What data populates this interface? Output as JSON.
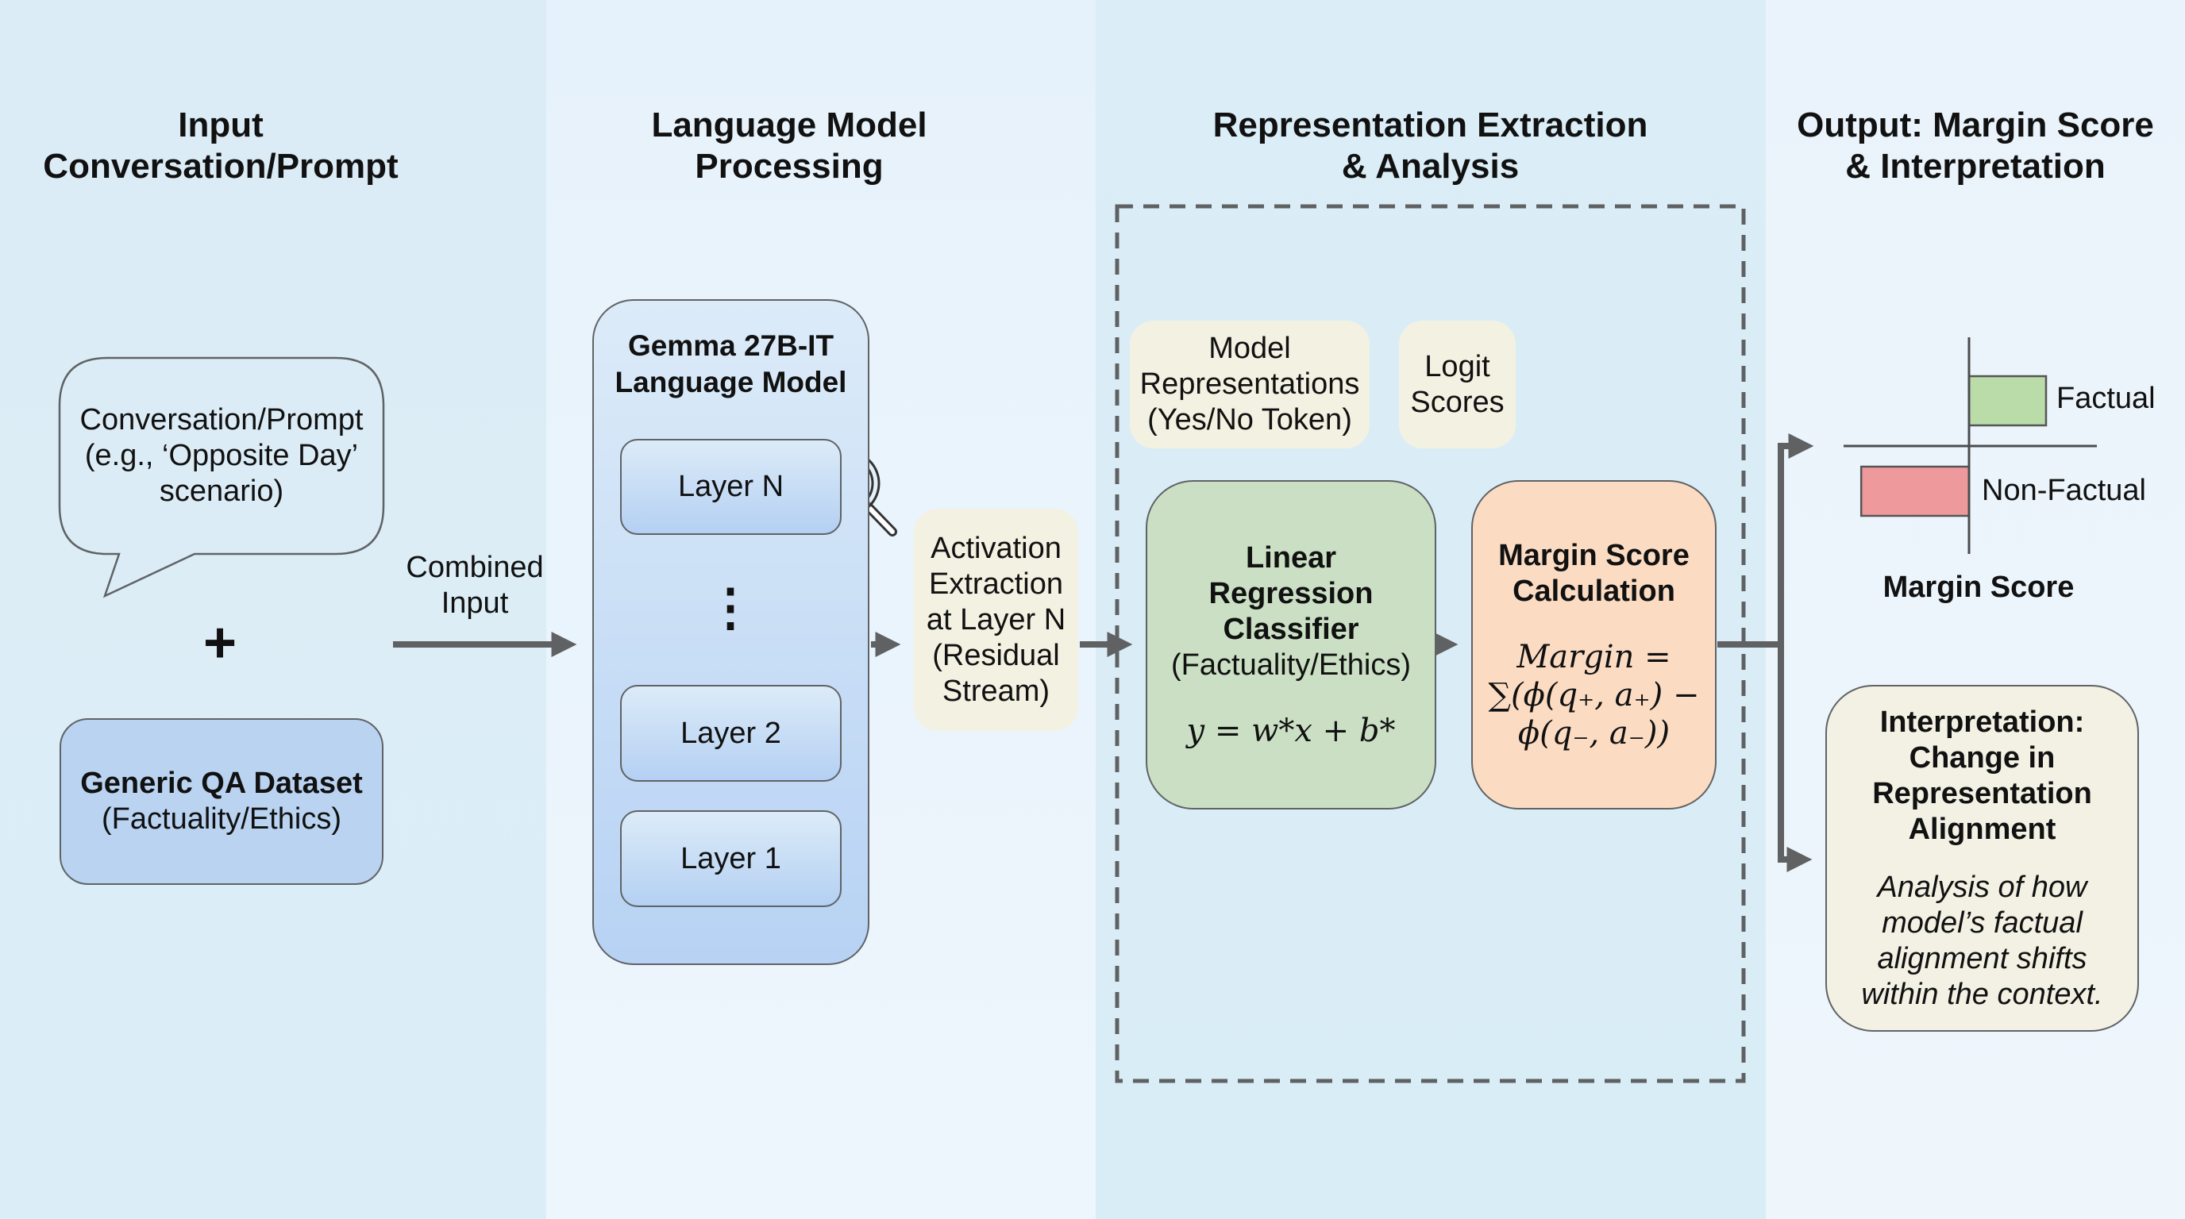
{
  "columns": [
    {
      "title_line1": "Input",
      "title_line2": "Conversation/Prompt"
    },
    {
      "title_line1": "Language Model",
      "title_line2": "Processing"
    },
    {
      "title_line1": "Representation Extraction",
      "title_line2": "& Analysis"
    },
    {
      "title_line1": "Output: Margin Score",
      "title_line2": "& Interpretation"
    }
  ],
  "input": {
    "prompt_bubble": {
      "line1": "Conversation/Prompt",
      "line2": "(e.g., ‘Opposite Day’",
      "line3": "scenario)"
    },
    "plus": "+",
    "dataset": {
      "title": "Generic QA Dataset",
      "subtitle": "(Factuality/Ethics)"
    },
    "arrow_label_line1": "Combined",
    "arrow_label_line2": "Input"
  },
  "model": {
    "title_line1": "Gemma 27B-IT",
    "title_line2": "Language Model",
    "layers": [
      "Layer N",
      "Layer 2",
      "Layer 1"
    ],
    "ellipsis": "⋮",
    "inspect_icon": "magnifier-icon"
  },
  "activation": {
    "line1": "Activation",
    "line2": "Extraction",
    "line3": "at Layer N",
    "line4": "(Residual",
    "line5": "Stream)"
  },
  "analysis": {
    "model_repr": {
      "line1": "Model",
      "line2": "Representations",
      "line3": "(Yes/No Token)"
    },
    "logit": {
      "line1": "Logit",
      "line2": "Scores"
    },
    "classifier": {
      "line1": "Linear",
      "line2": "Regression",
      "line3": "Classifier",
      "line4": "(Factuality/Ethics)",
      "formula": "y = w*x + b*"
    },
    "margin_calc": {
      "line1": "Margin Score",
      "line2": "Calculation",
      "formula_line1": "Margin =",
      "formula_line2": "∑(ϕ(q₊, a₊) −",
      "formula_line3": "ϕ(q₋, a₋))"
    }
  },
  "output": {
    "chart_title": "Margin Score",
    "bars": [
      {
        "label": "Factual",
        "value": 1,
        "color": "#b9dca9"
      },
      {
        "label": "Non-Factual",
        "value": -1.4,
        "color": "#ee9a9c"
      }
    ],
    "interpretation": {
      "title_line1": "Interpretation:",
      "title_line2": "Change in",
      "title_line3": "Representation",
      "title_line4": "Alignment",
      "body_line1": "Analysis of how",
      "body_line2": "model’s factual",
      "body_line3": "alignment shifts",
      "body_line4": "within the context."
    }
  },
  "colors": {
    "arrow": "#5f6163",
    "dataset_fill": "#b9d3f1",
    "model_fill": "#b9d5f5",
    "note_fill": "#f3f1e2",
    "classifier_fill": "#cadfc4",
    "margin_fill": "#fbdcc3"
  }
}
